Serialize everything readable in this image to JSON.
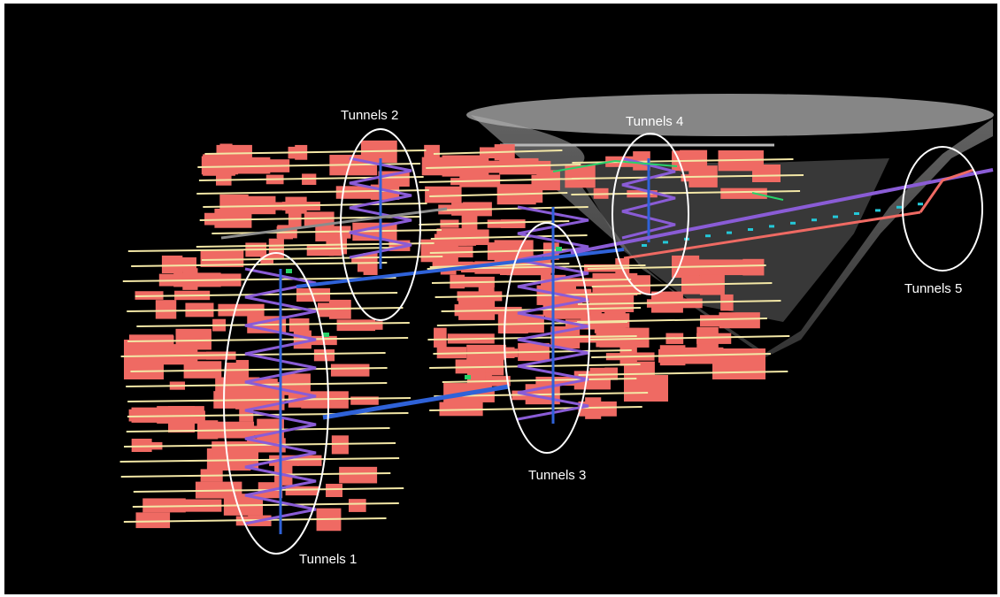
{
  "labels": {
    "tunnels_1": "Tunnels 1",
    "tunnels_2": "Tunnels 2",
    "tunnels_3": "Tunnels 3",
    "tunnels_4": "Tunnels 4",
    "tunnels_5": "Tunnels 5"
  },
  "colors": {
    "background": "#000000",
    "stope": "#ef6a63",
    "drive": "#f3e7a6",
    "ramp": "#8a5cd6",
    "shaft": "#2f62d8",
    "connector_green": "#29d36a",
    "marker_cyan": "#24c8d8",
    "pit": "#8c8c8c",
    "highlight_ellipse": "#ffffff"
  }
}
